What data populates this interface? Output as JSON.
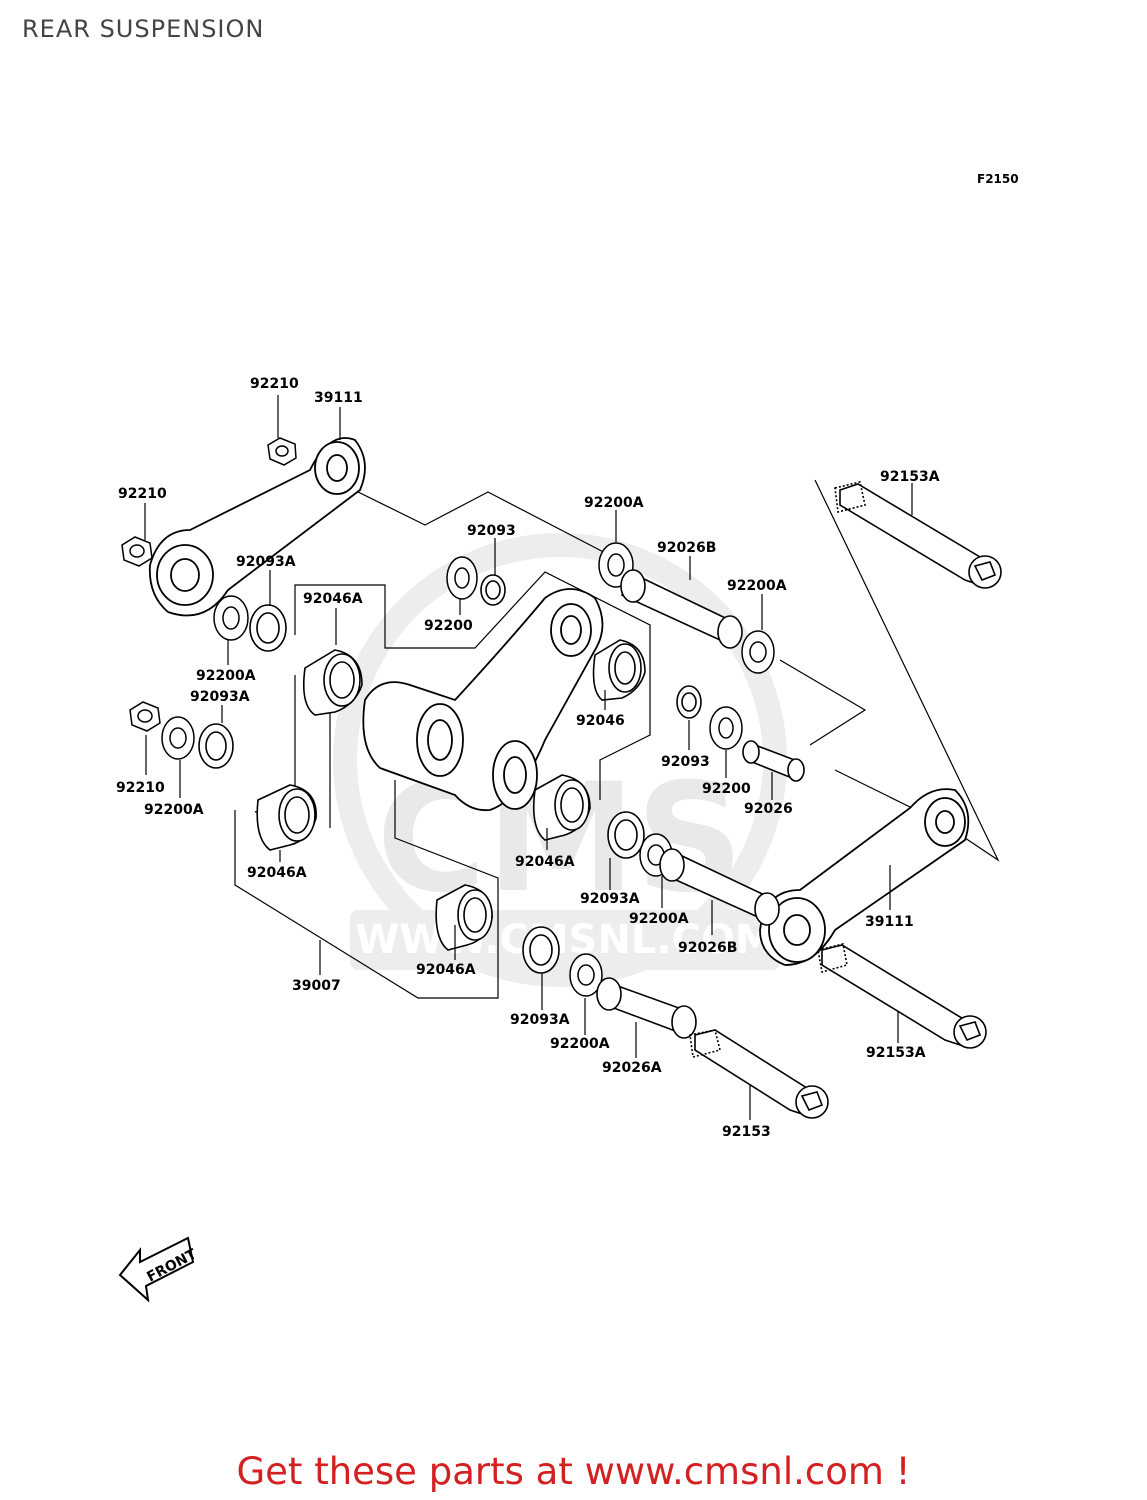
{
  "page": {
    "title": "REAR SUSPENSION",
    "figure_code": "F2150",
    "footer_cta": "Get these parts at www.cmsnl.com !"
  },
  "watermark": {
    "logo_text": "CMS",
    "url_text": "WWW.CMSNL.COM"
  },
  "direction_marker": {
    "label": "FRONT"
  },
  "parts": {
    "p92210_top": "92210",
    "p39111_top": "39111",
    "p92210_upper": "92210",
    "p92093A_1": "92093A",
    "p92200A_1": "92200A",
    "p92093A_2": "92093A",
    "p92210_lower": "92210",
    "p92200A_2": "92200A",
    "p92046A_1": "92046A",
    "p92046A_2": "92046A",
    "p39007": "39007",
    "p92093_1": "92093",
    "p92200_1": "92200",
    "p92200A_3": "92200A",
    "p92026B_1": "92026B",
    "p92200A_4": "92200A",
    "p92046": "92046",
    "p92093_2": "92093",
    "p92200_2": "92200",
    "p92026": "92026",
    "p92153A_top": "92153A",
    "p92046A_3": "92046A",
    "p92093A_3": "92093A",
    "p92200A_5": "92200A",
    "p92026B_2": "92026B",
    "p39111_bottom": "39111",
    "p92046A_4": "92046A",
    "p92093A_4": "92093A",
    "p92200A_6": "92200A",
    "p92026A": "92026A",
    "p92153A_bottom": "92153A",
    "p92153": "92153"
  }
}
